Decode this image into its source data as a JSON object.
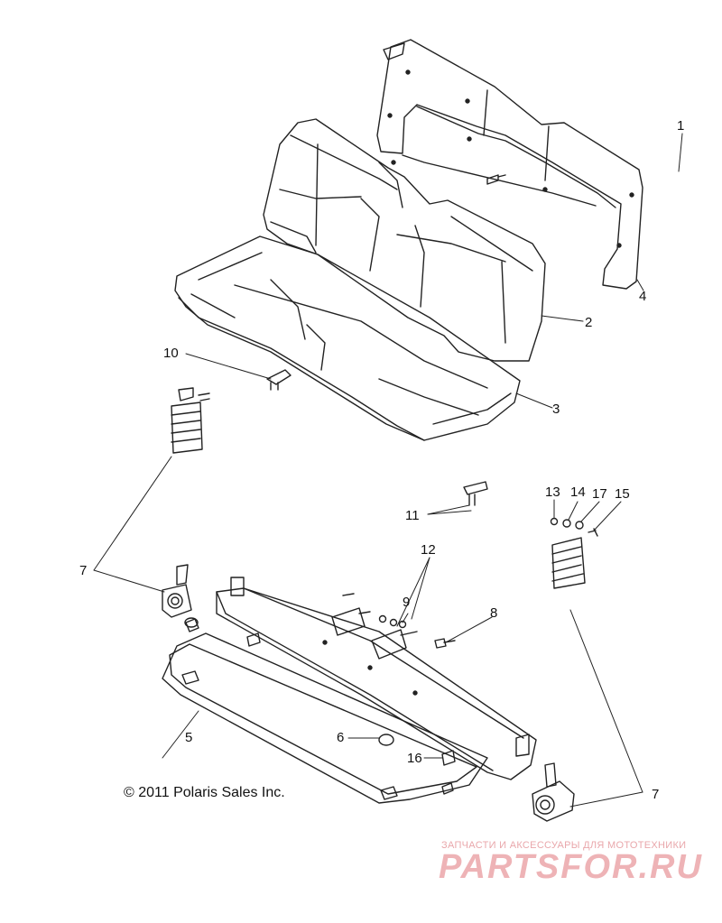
{
  "callouts": {
    "c1": "1",
    "c2": "2",
    "c3": "3",
    "c4": "4",
    "c5": "5",
    "c6": "6",
    "c7a": "7",
    "c7b": "7",
    "c8": "8",
    "c9": "9",
    "c10": "10",
    "c11": "11",
    "c12": "12",
    "c13": "13",
    "c14": "14",
    "c17": "17",
    "c15": "15",
    "c16": "16"
  },
  "copyright": "© 2011 Polaris Sales Inc.",
  "watermark": {
    "tagline": "ЗАПЧАСТИ И АКСЕССУАРЫ ДЛЯ МОТОТЕХНИКИ",
    "brand": "PARTSFOR.RU",
    "color": "#eeb3b6"
  },
  "line_color": "#222222"
}
